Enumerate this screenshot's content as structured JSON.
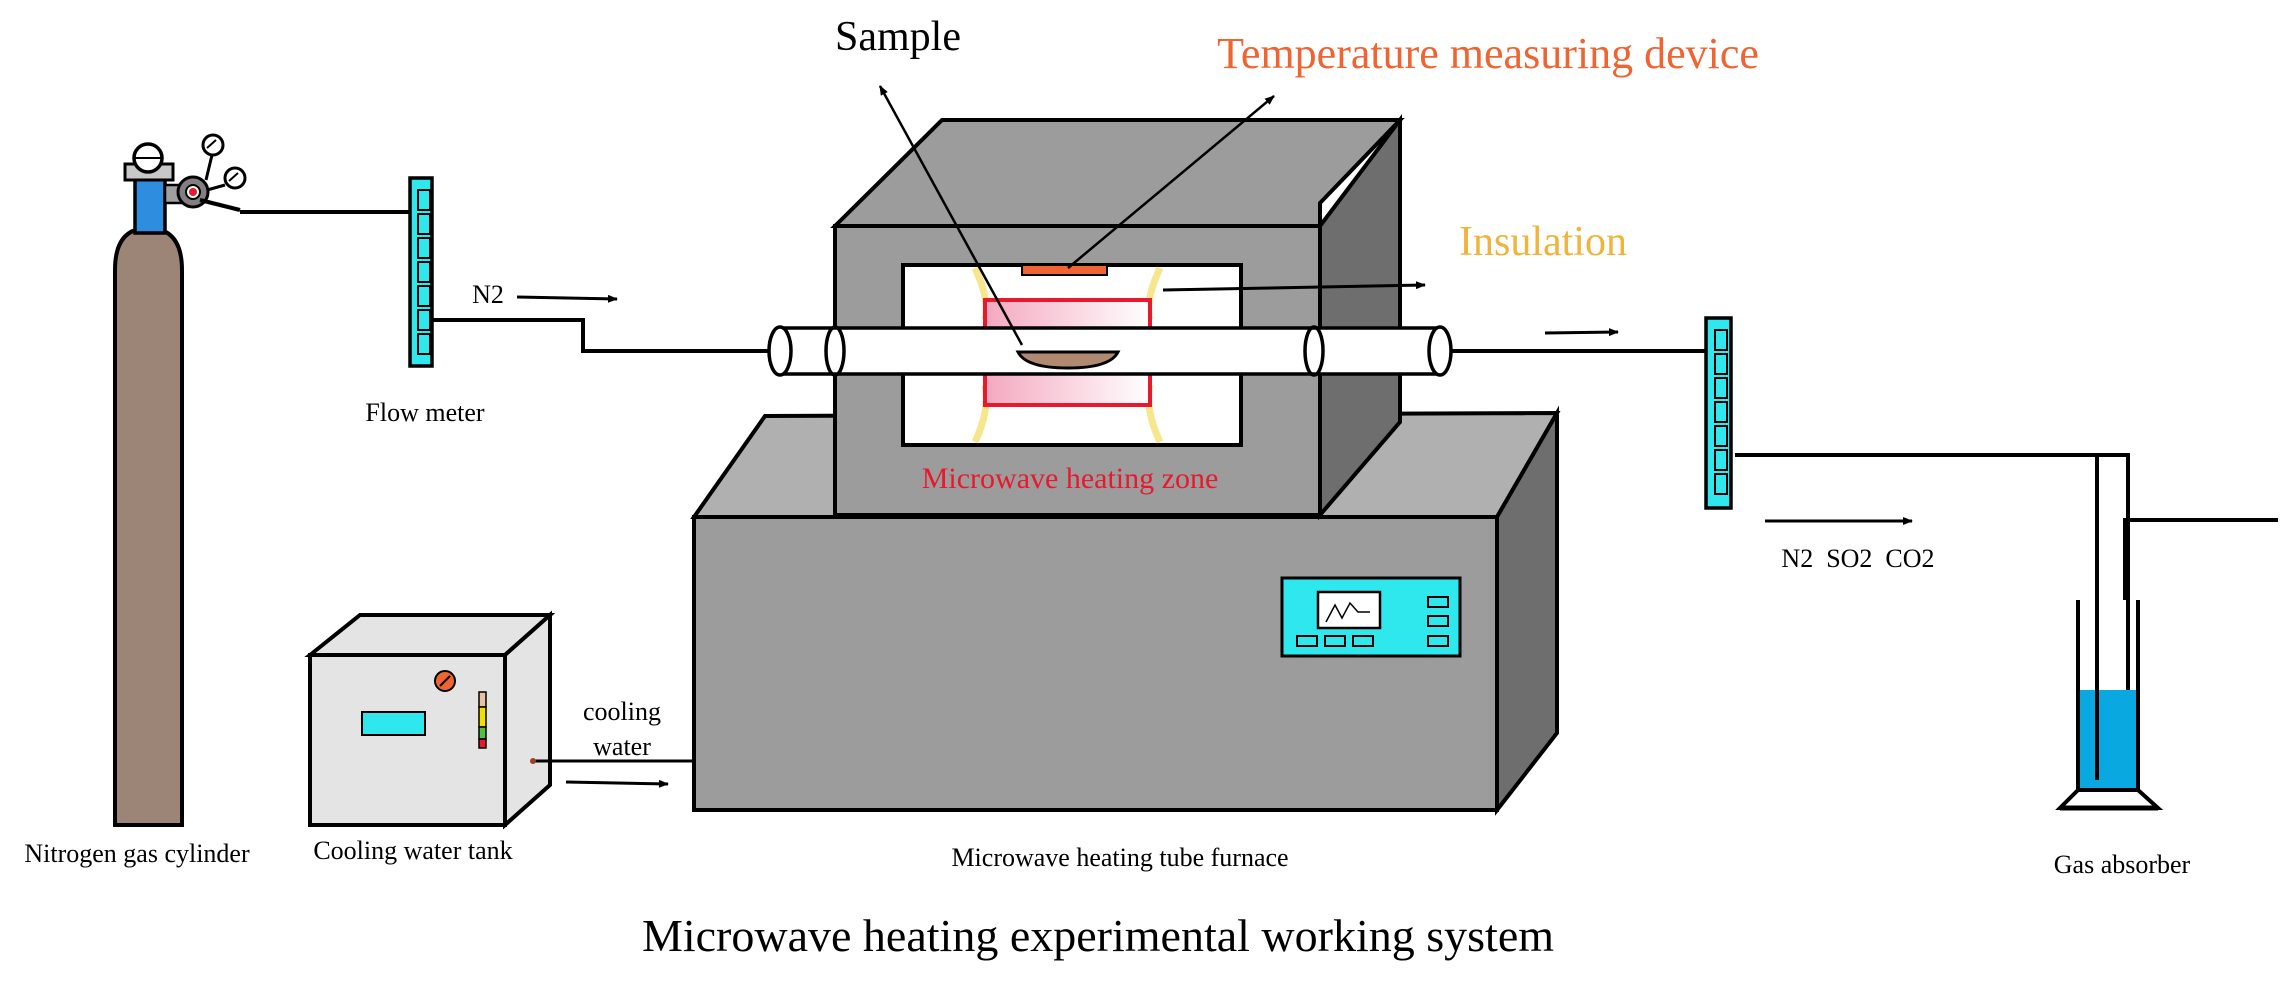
{
  "labels": {
    "sample": "Sample",
    "temperature_device": "Temperature measuring device",
    "insulation": "Insulation",
    "n2_in": "N2",
    "flow_meter": "Flow meter",
    "heating_zone": "Microwave heating zone",
    "gases_out": "N2  SO2  CO2",
    "cooling_water_line1": "cooling",
    "cooling_water_line2": "water",
    "nitrogen_cylinder": "Nitrogen gas cylinder",
    "cooling_tank": "Cooling water tank",
    "furnace": "Microwave heating tube furnace",
    "gas_absorber": "Gas absorber",
    "caption": "Microwave heating experimental working system"
  },
  "colors": {
    "furnace_gray": "#9c9c9c",
    "furnace_side": "#6e6e6e",
    "furnace_top": "#b0b0b0",
    "cylinder_brown": "#9c8577",
    "cylinder_neck": "#2f8de0",
    "cyan_device": "#2ee8ee",
    "heating_zone_red": "#e8192c",
    "temperature_orange": "#f06432",
    "insulation_gold": "#f0b43c",
    "absorber_liquid": "#0aa8e0",
    "tank_body": "#e4e4e4"
  }
}
